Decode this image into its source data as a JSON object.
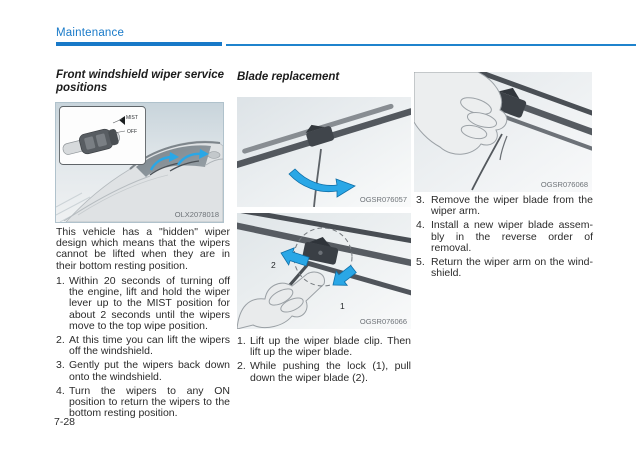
{
  "header": {
    "chapter_label": "Maintenance",
    "page_number": "7-28"
  },
  "colors": {
    "accent_blue": "#1879c8",
    "arrow_blue": "#2aa7e6",
    "body_text": "#2b2b2b"
  },
  "left_column": {
    "heading": "Front windshield wiper service positions",
    "figure": {
      "code": "OLX2078018",
      "inset": {
        "mist_label": "MIST",
        "off_label": "OFF"
      }
    },
    "paragraph": "This vehicle has a \"hidden\" wiper design which means that the wipers cannot be lifted when they are in their bottom resting position.",
    "list": [
      {
        "num": "1.",
        "text": "Within 20 seconds of turning off the engine, lift and hold the wiper lever up to the MIST position for about 2 seconds until the wipers move to the top wipe position."
      },
      {
        "num": "2.",
        "text": "At this time you can lift the wipers off the windshield."
      },
      {
        "num": "3.",
        "text": "Gently put the wipers back down onto the windshield."
      },
      {
        "num": "4.",
        "text": "Turn the wipers to any ON position to return the wipers to the bottom resting position."
      }
    ]
  },
  "middle_column": {
    "heading": "Blade replacement",
    "figure_lift": {
      "code": "OGSR076057"
    },
    "figure_lock": {
      "code": "OGSR076066",
      "callout_1": "1",
      "callout_2": "2"
    },
    "list": [
      {
        "num": "1.",
        "text": "Lift up the wiper blade clip. Then lift up the wiper blade."
      },
      {
        "num": "2.",
        "text": "While pushing the lock (1), pull down the wiper blade (2)."
      }
    ]
  },
  "right_column": {
    "figure_remove": {
      "code": "OGSR076068"
    },
    "list": [
      {
        "num": "3.",
        "text": "Remove the wiper blade from the wiper arm."
      },
      {
        "num": "4.",
        "text": "Install a new wiper blade assem-bly in the reverse order of removal."
      },
      {
        "num": "5.",
        "text": "Return the wiper arm on the wind-shield."
      }
    ]
  }
}
